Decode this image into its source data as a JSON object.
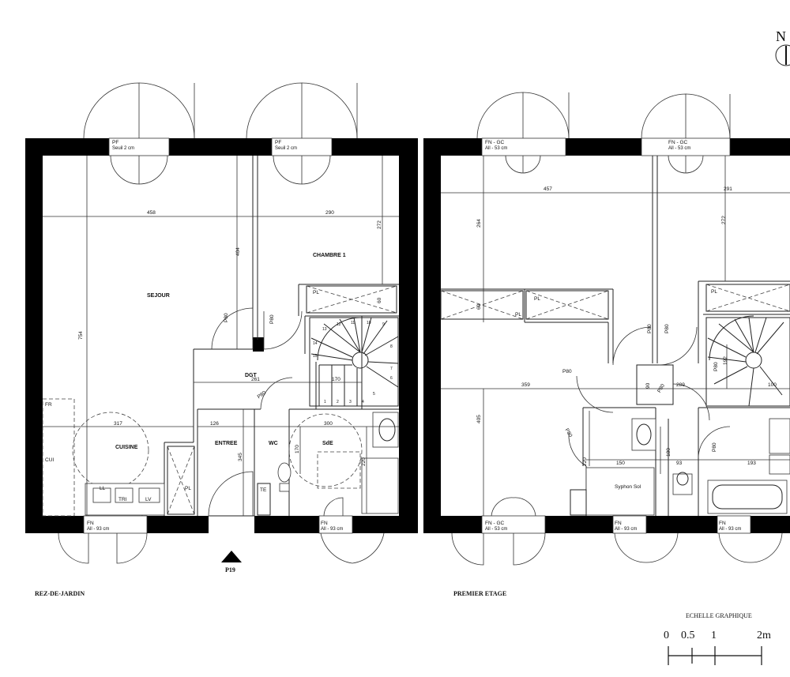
{
  "compass": {
    "letter": "N"
  },
  "north_arrow": {
    "label": "P19"
  },
  "ground_floor": {
    "title": "REZ-DE-JARDIN",
    "rooms": {
      "sejour": "SEJOUR",
      "chambre": "CHAMBRE 1",
      "cuisine": "CUISINE",
      "entree": "ENTREE",
      "wc": "WC",
      "sde": "SdE",
      "dgt": "DGT"
    },
    "dims": {
      "w458": "458",
      "w290": "290",
      "h272": "272",
      "h404": "404",
      "h754": "754",
      "h60": "60",
      "d261": "261",
      "d170": "170",
      "d317": "317",
      "d126": "126",
      "d345": "345",
      "d300": "300",
      "d170b": "170",
      "d220": "220"
    },
    "labels": {
      "pf1": "PF",
      "pf1_sub": "Seuil 2 cm",
      "pf2": "PF",
      "pf2_sub": "Seuil 2 cm",
      "fn1": "FN",
      "fn1_sub": "All - 93 cm",
      "fn2": "FN",
      "fn2_sub": "All - 93 cm",
      "pl1": "PL",
      "pl2": "PL",
      "p80a": "P80",
      "p80b": "P80",
      "p80c": "P80",
      "fr": "FR",
      "cui": "CUI",
      "ll": "LL",
      "tri": "TRI",
      "lv": "LV",
      "te": "TE"
    },
    "stair_numbers": [
      "1",
      "2",
      "3",
      "4",
      "5",
      "6",
      "7",
      "8",
      "9",
      "10",
      "11",
      "12",
      "13",
      "14",
      "15"
    ]
  },
  "first_floor": {
    "title": "PREMIER ETAGE",
    "dims": {
      "w457": "457",
      "w291": "291",
      "h264": "264",
      "h272": "272",
      "h60": "60",
      "h405": "405",
      "d359": "359",
      "d289": "289",
      "d100": "100",
      "d90": "90",
      "d192": "192",
      "d220": "220",
      "d150": "150",
      "d180": "180",
      "d93": "93",
      "d193": "193"
    },
    "labels": {
      "fn1": "FN - GC",
      "fn1_sub": "All - 53 cm",
      "fn2": "FN - GC",
      "fn2_sub": "All - 53 cm",
      "fn3": "FN - GC",
      "fn3_sub": "All - 53 cm",
      "fn4": "FN",
      "fn4_sub": "All - 93 cm",
      "fn5": "FN",
      "fn5_sub": "All - 93 cm",
      "pl1": "PL",
      "pl2": "PL",
      "pl3": "PL",
      "p80a": "P80",
      "p80b": "P80",
      "p80c": "P80",
      "p80d": "P80",
      "p80e": "P80",
      "p80f": "P80",
      "p80g": "P80",
      "syphon": "Syphon Sol"
    }
  },
  "scale": {
    "title": "ECHELLE GRAPHIQUE",
    "ticks": [
      "0",
      "0.5",
      "1",
      "2m"
    ]
  }
}
